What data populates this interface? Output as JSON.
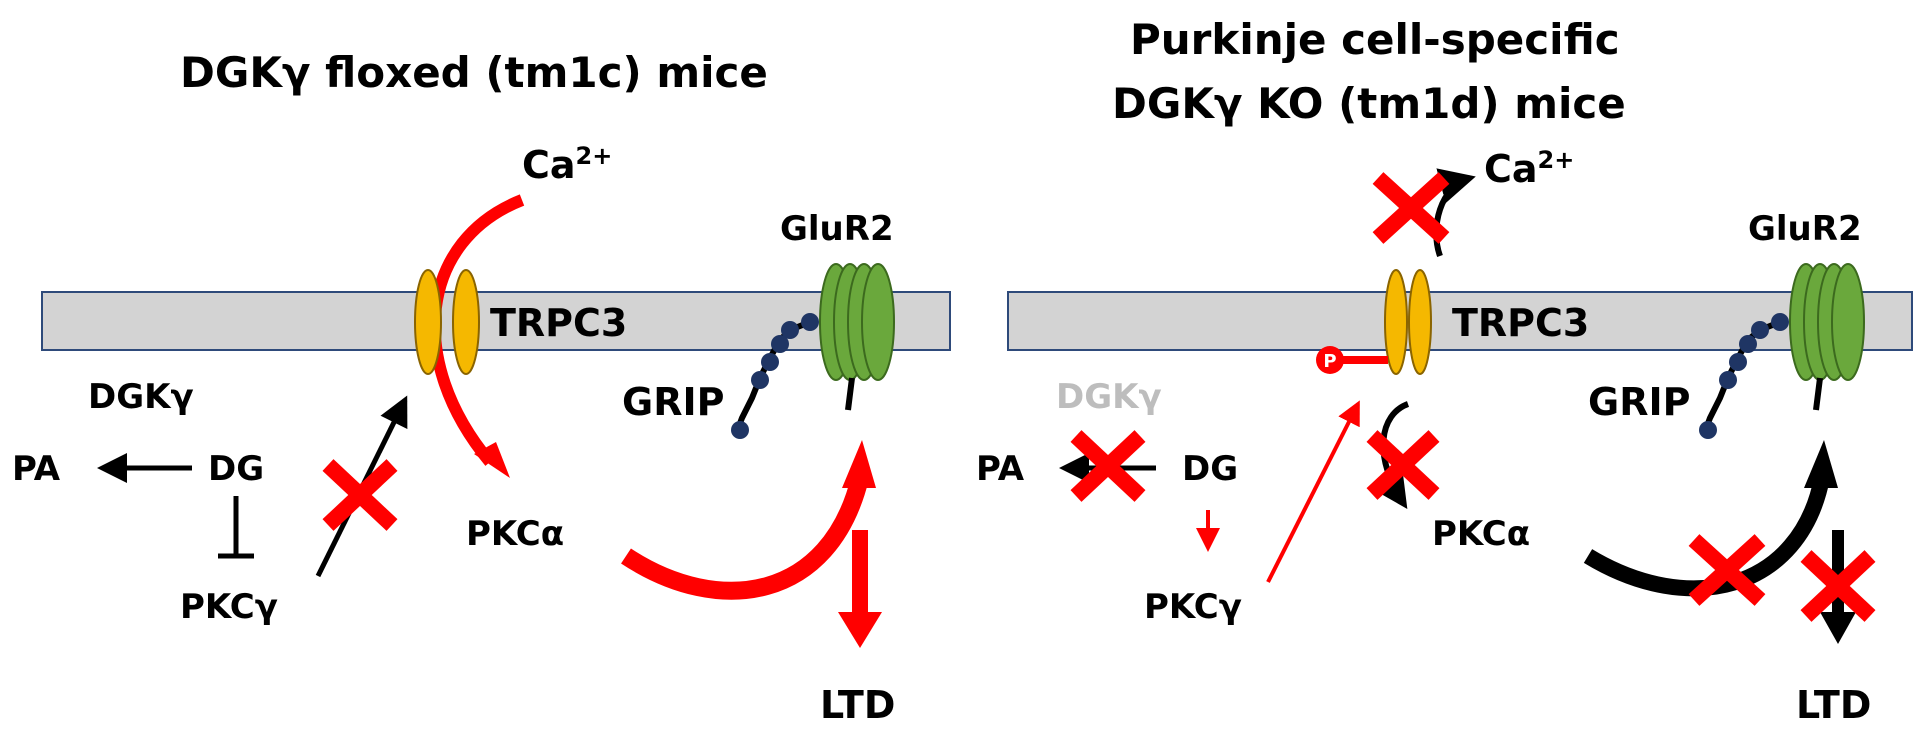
{
  "colors": {
    "membrane": "#d3d3d3",
    "membrane_border": "#2e4a7a",
    "trpc3": "#f5b800",
    "trpc3_border": "#8a6400",
    "glur2": "#6aa83c",
    "glur2_border": "#3c6a1e",
    "grip_bead": "#1f3564",
    "active_arrow": "#ff0000",
    "inhibited_mark": "#ff0000",
    "inactive_arrow": "#000000",
    "faded_text": "#bdbdbd"
  },
  "left_panel": {
    "title": "DGKγ floxed (tm1c) mice",
    "ca": "Ca",
    "ca_charge": "2+",
    "trpc3": "TRPC3",
    "glur2": "GluR2",
    "grip": "GRIP",
    "dgk": "DGKγ",
    "pa": "PA",
    "dg": "DG",
    "pkcg": "PKCγ",
    "pkca": "PKCα",
    "ltd": "LTD"
  },
  "right_panel": {
    "title_line1": "Purkinje cell-specific",
    "title_line2": "DGKγ KO (tm1d) mice",
    "ca": "Ca",
    "ca_charge": "2+",
    "trpc3": "TRPC3",
    "glur2": "GluR2",
    "grip": "GRIP",
    "dgk": "DGKγ",
    "pa": "PA",
    "dg": "DG",
    "pkcg": "PKCγ",
    "pkca": "PKCα",
    "ltd": "LTD",
    "phospho": "P"
  }
}
